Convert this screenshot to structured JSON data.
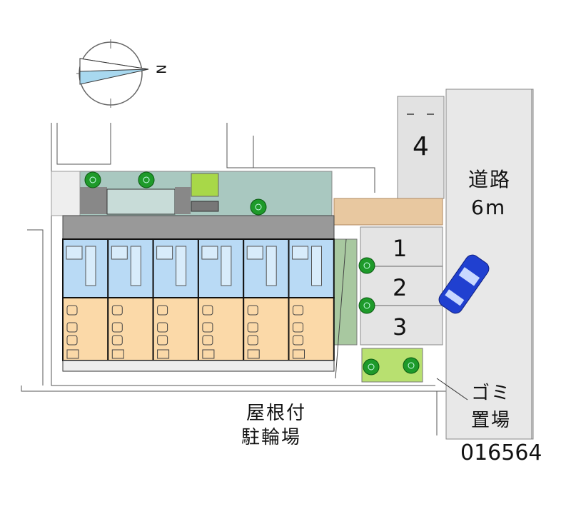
{
  "compass": {
    "north_label": "N"
  },
  "road": {
    "name": "道路",
    "width": "6m"
  },
  "parking": {
    "spaces": [
      "1",
      "2",
      "3",
      "4"
    ]
  },
  "garbage": {
    "line1": "ゴミ",
    "line2": "置場"
  },
  "bike_parking": {
    "line1": "屋根付",
    "line2": "駐輪場"
  },
  "property_id": "016564",
  "colors": {
    "room_blue": "#b9daf5",
    "room_orange": "#fbd9a8",
    "road_gray": "#e8e8e8",
    "tree_green": "#1e9a2a",
    "car_blue": "#2040d0"
  }
}
